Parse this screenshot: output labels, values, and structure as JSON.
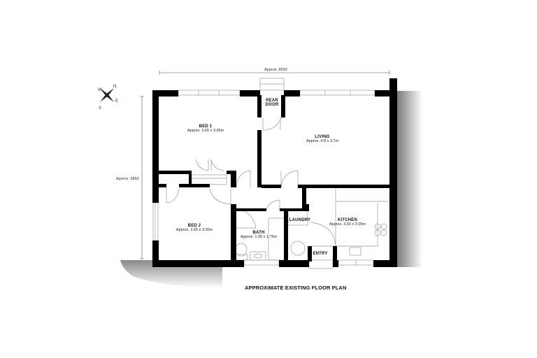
{
  "title": "APPROXIMATE EXISTING FLOOR PLAN",
  "dimensions": {
    "width_label": "Approx. 8550",
    "height_label": "Approx. 6850"
  },
  "compass": {
    "n": "N",
    "s": "S",
    "e": "E",
    "w": "W"
  },
  "rooms": [
    {
      "name": "BED 1",
      "size": "Approx. 3.65 x 3.05m"
    },
    {
      "name": "LIVING",
      "size": "Approx. 4.8 x 3.7m"
    },
    {
      "name": "BED 2",
      "size": "Approx. 2.65 x 3.05m"
    },
    {
      "name": "BATH",
      "size": "Approx. 1.95 x 1.75m"
    },
    {
      "name": "KITCHEN",
      "size": "Approx. 3.00 x 3.05m"
    },
    {
      "name": "LAUNDRY",
      "size": ""
    },
    {
      "name": "ENTRY",
      "size": ""
    },
    {
      "name": "REAR",
      "size": "DOOR"
    }
  ],
  "colors": {
    "wall": "#000000",
    "fixture_line": "#aaaaaa",
    "shadow": "#9a9a9a",
    "background": "#ffffff"
  }
}
